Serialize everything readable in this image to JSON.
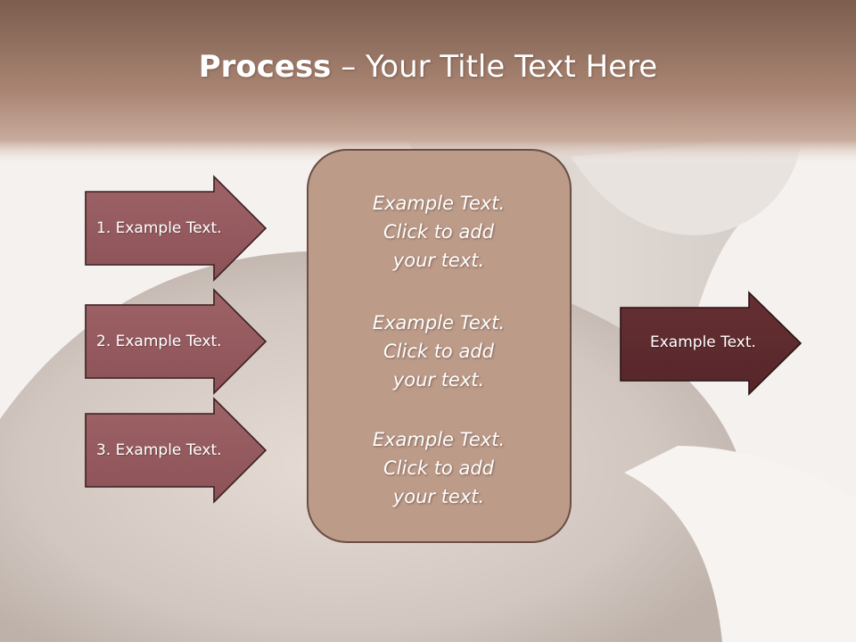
{
  "slide": {
    "title_bold": "Process",
    "title_rest": " – Your Title Text Here",
    "colors": {
      "header_band": "#a77d6a",
      "input_arrow_fill": "#94595d",
      "output_arrow_fill": "#5f2c2e",
      "center_box_fill": "#bb9a88"
    }
  },
  "inputs": [
    {
      "label": "1. Example Text."
    },
    {
      "label": "2. Example Text."
    },
    {
      "label": "3. Example Text."
    }
  ],
  "center": [
    {
      "line1": "Example Text.",
      "line2": "Click  to add",
      "line3": "your text."
    },
    {
      "line1": "Example Text.",
      "line2": "Click  to add",
      "line3": "your text."
    },
    {
      "line1": "Example Text.",
      "line2": "Click  to add",
      "line3": "your text."
    }
  ],
  "output": {
    "label": "Example Text."
  }
}
